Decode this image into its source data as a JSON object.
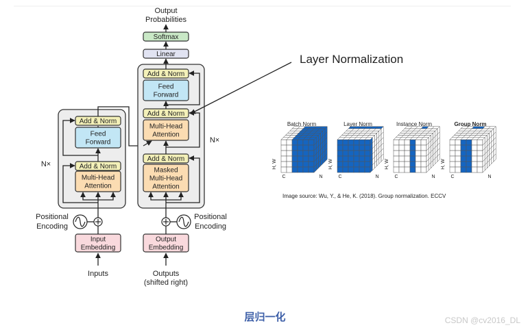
{
  "transformer": {
    "output_probabilities": [
      "Output",
      "Probabilities"
    ],
    "softmax": "Softmax",
    "linear": "Linear",
    "add_norm": "Add & Norm",
    "feed_forward": [
      "Feed",
      "Forward"
    ],
    "multi_head_attention": [
      "Multi-Head",
      "Attention"
    ],
    "masked_multi_head_attention": [
      "Masked",
      "Multi-Head",
      "Attention"
    ],
    "nx": "N×",
    "positional_encoding": [
      "Positional",
      "Encoding"
    ],
    "input_embedding": [
      "Input",
      "Embedding"
    ],
    "output_embedding": [
      "Output",
      "Embedding"
    ],
    "inputs": "Inputs",
    "outputs": [
      "Outputs",
      "(shifted right)"
    ]
  },
  "annotation": "Layer Normalization",
  "norm_panels": [
    "Batch Norm",
    "Layer Norm",
    "Instance Norm",
    "Group Norm"
  ],
  "axis_labels": {
    "hw": "H, W",
    "c": "C",
    "n": "N"
  },
  "image_source": "Image source: Wu, Y., & He, K. (2018). Group normalization. ECCV",
  "caption": "层归一化",
  "watermark": "CSDN @cv2016_DL",
  "colors": {
    "add_norm": "#f3f0b8",
    "feed_forward": "#c2e6f5",
    "attention": "#fbdcb2",
    "embedding": "#f9d9dd",
    "softmax": "#c9e8c6",
    "linear": "#e1e3f2",
    "block_bg": "#ededed",
    "cube_fill": "#1565c0",
    "caption": "#3d5fa8"
  }
}
